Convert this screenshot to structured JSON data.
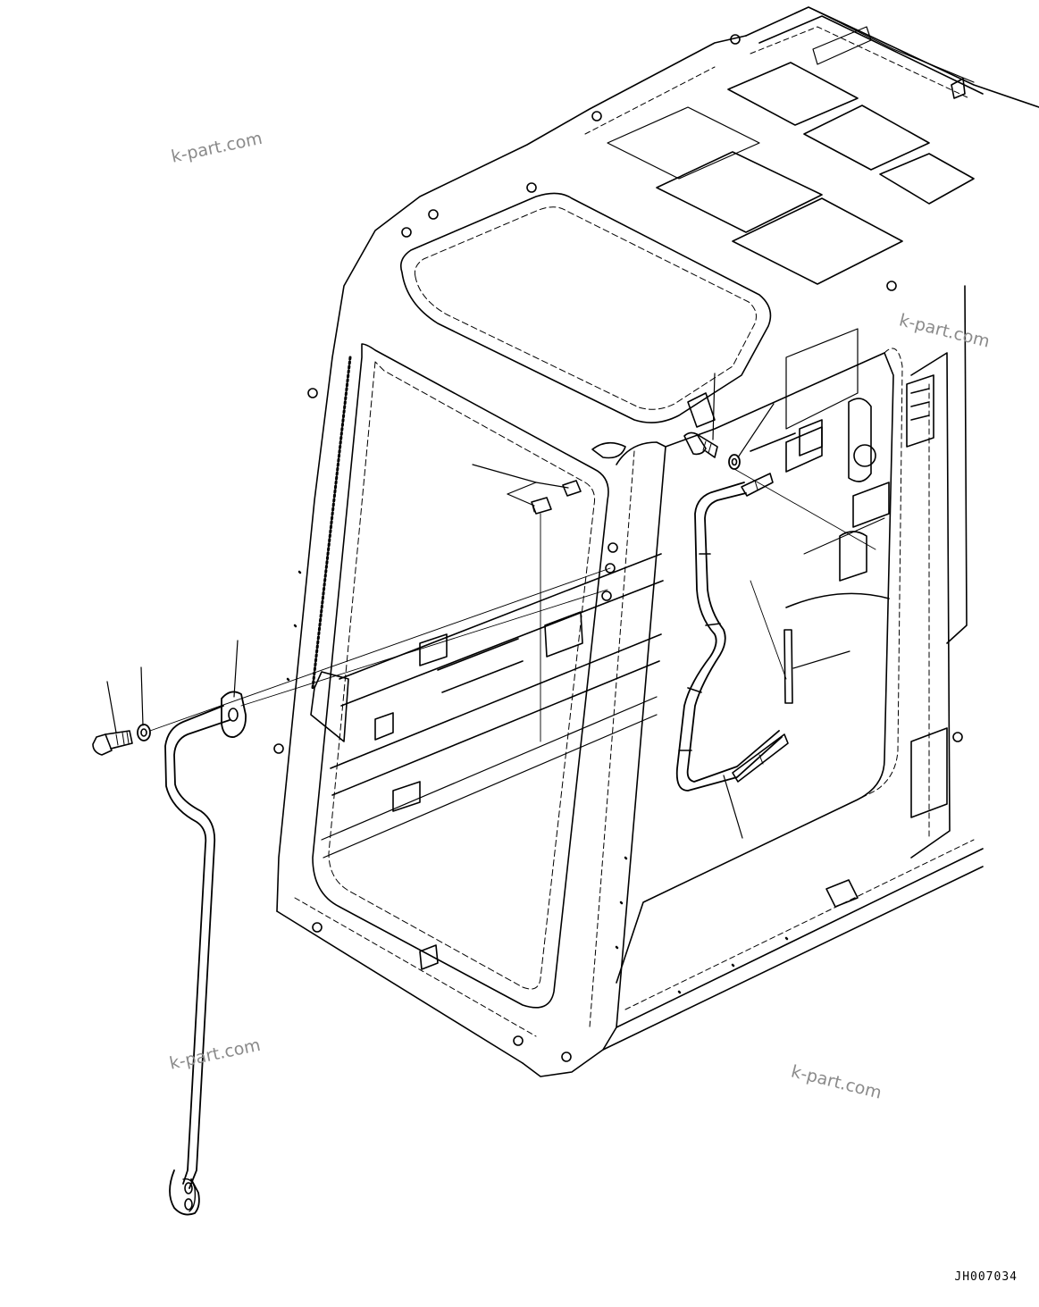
{
  "watermarks": [
    "k-part.com",
    "k-part.com",
    "k-part.com",
    "k-part.com"
  ],
  "drawing_code": "JH007034"
}
